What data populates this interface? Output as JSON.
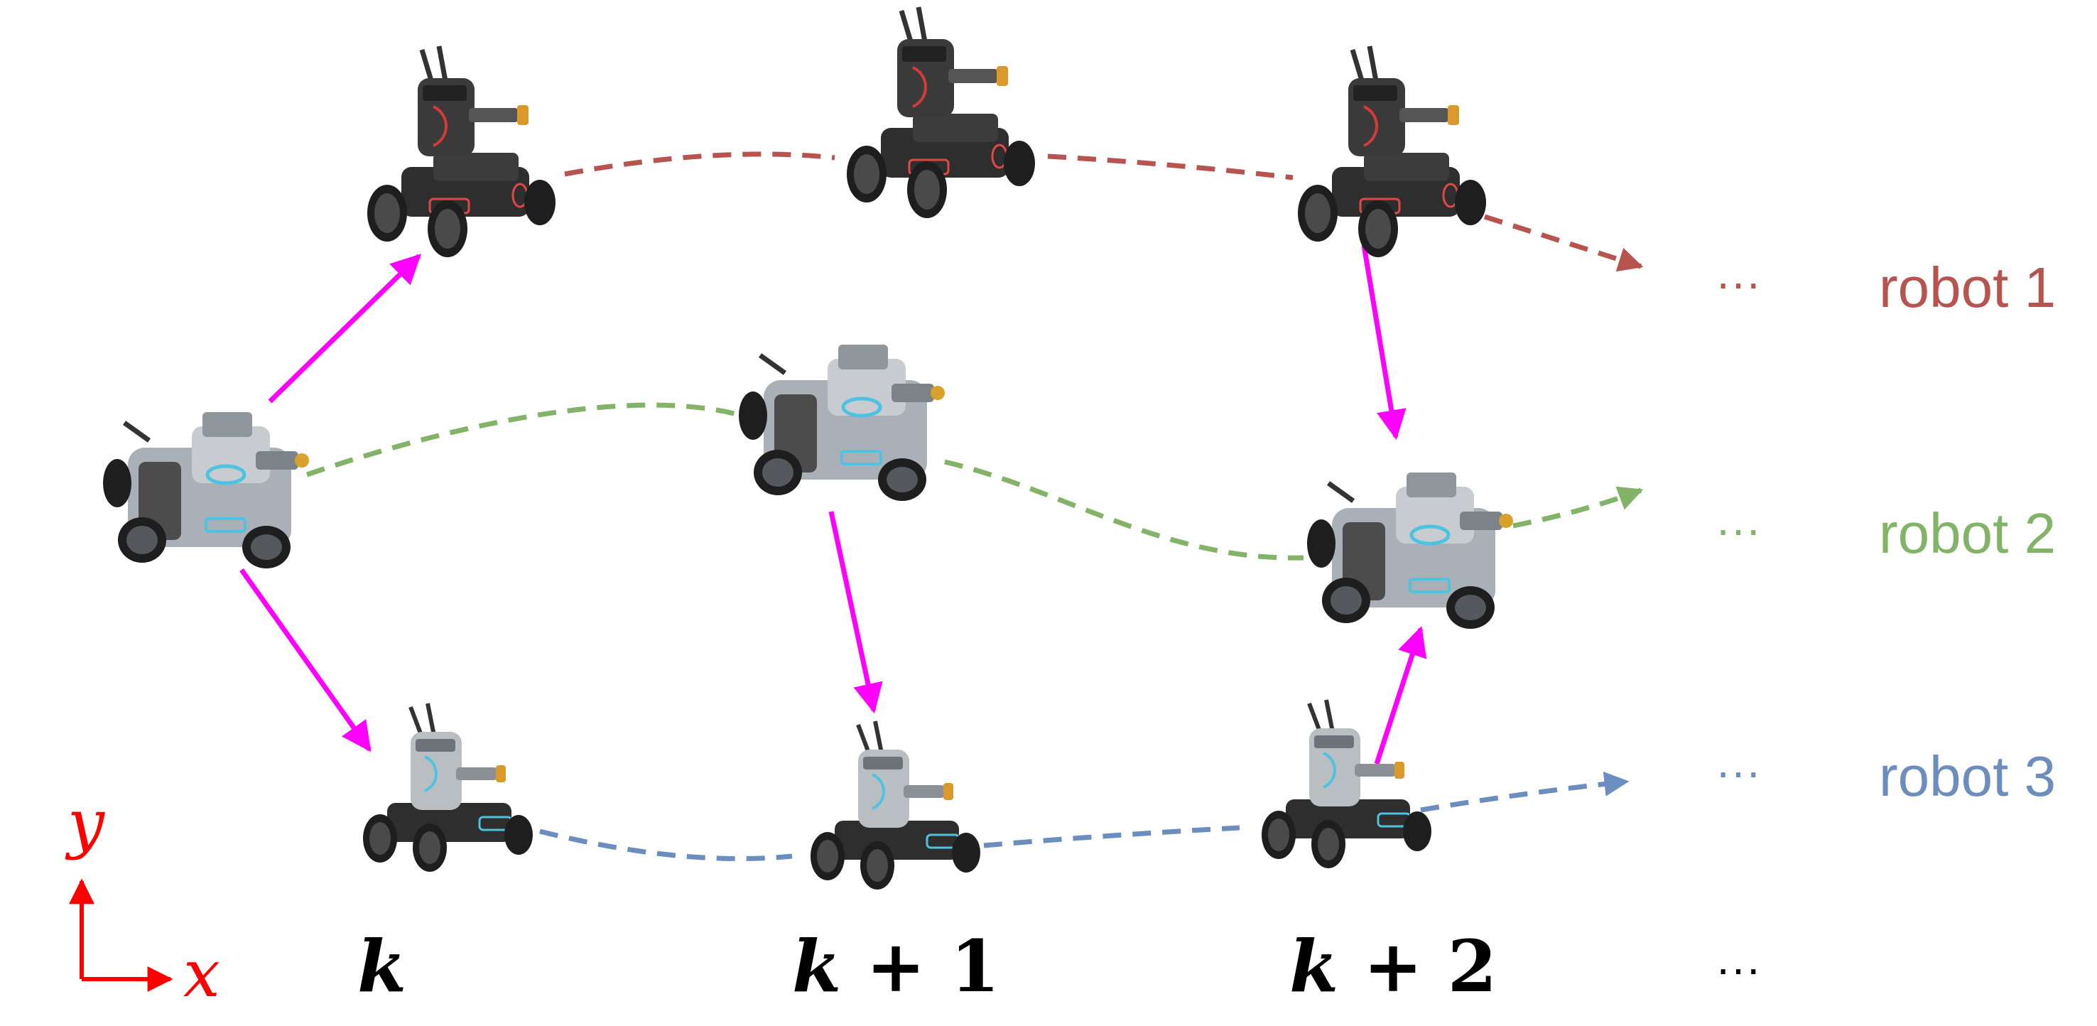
{
  "colors": {
    "robot1": "#b85450",
    "robot2": "#82b366",
    "robot3": "#6c8ebf",
    "link": "#ff00ff",
    "axis": "#ff0000",
    "robot_dark": "#3a3a3a",
    "robot_light": "#9aa1a8"
  },
  "robots": [
    {
      "label": "robot 1",
      "ellipsis": "···",
      "color": "#b85450"
    },
    {
      "label": "robot 2",
      "ellipsis": "···",
      "color": "#82b366"
    },
    {
      "label": "robot 3",
      "ellipsis": "···",
      "color": "#6c8ebf"
    }
  ],
  "time_steps": {
    "k": "k",
    "k1_var": "k",
    "k1_rest": " + 1",
    "k2_var": "k",
    "k2_rest": " + 2",
    "more": "···"
  },
  "axes": {
    "x": "x",
    "y": "y"
  },
  "icons": {
    "robot": "robomaster-robot-icon"
  }
}
